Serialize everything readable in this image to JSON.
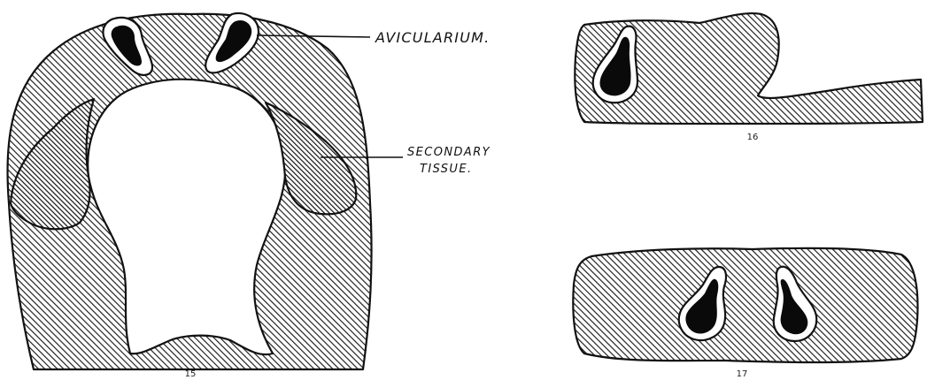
{
  "labels": {
    "avicularium": "AVICULARIUM.",
    "secondary_tissue_line1": "SECONDARY",
    "secondary_tissue_line2": "TISSUE."
  },
  "figures": [
    {
      "number": "15"
    },
    {
      "number": "16"
    },
    {
      "number": "17"
    }
  ],
  "colors": {
    "ink": "#111111",
    "paper": "#ffffff",
    "hatch_background": "#ffffff"
  }
}
